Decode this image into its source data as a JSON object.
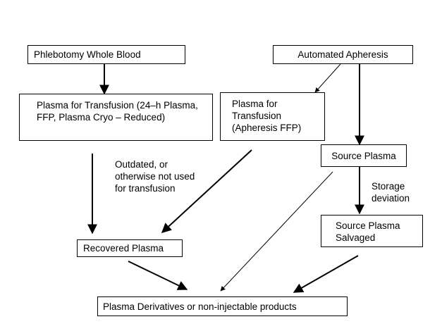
{
  "nodes": {
    "phlebotomy": "Phlebotomy Whole Blood",
    "apheresis": "Automated Apheresis",
    "plasma_transfusion": "Plasma for Transfusion (24–h Plasma, FFP, Plasma Cryo – Reduced)",
    "plasma_apheresis": "Plasma for Transfusion (Apheresis FFP)",
    "source_plasma": "Source Plasma",
    "source_plasma_salvaged": "Source Plasma Salvaged",
    "recovered_plasma": "Recovered Plasma",
    "derivatives": "Plasma Derivatives or non-injectable products"
  },
  "labels": {
    "outdated": "Outdated, or otherwise not used for transfusion",
    "storage": "Storage deviation"
  }
}
